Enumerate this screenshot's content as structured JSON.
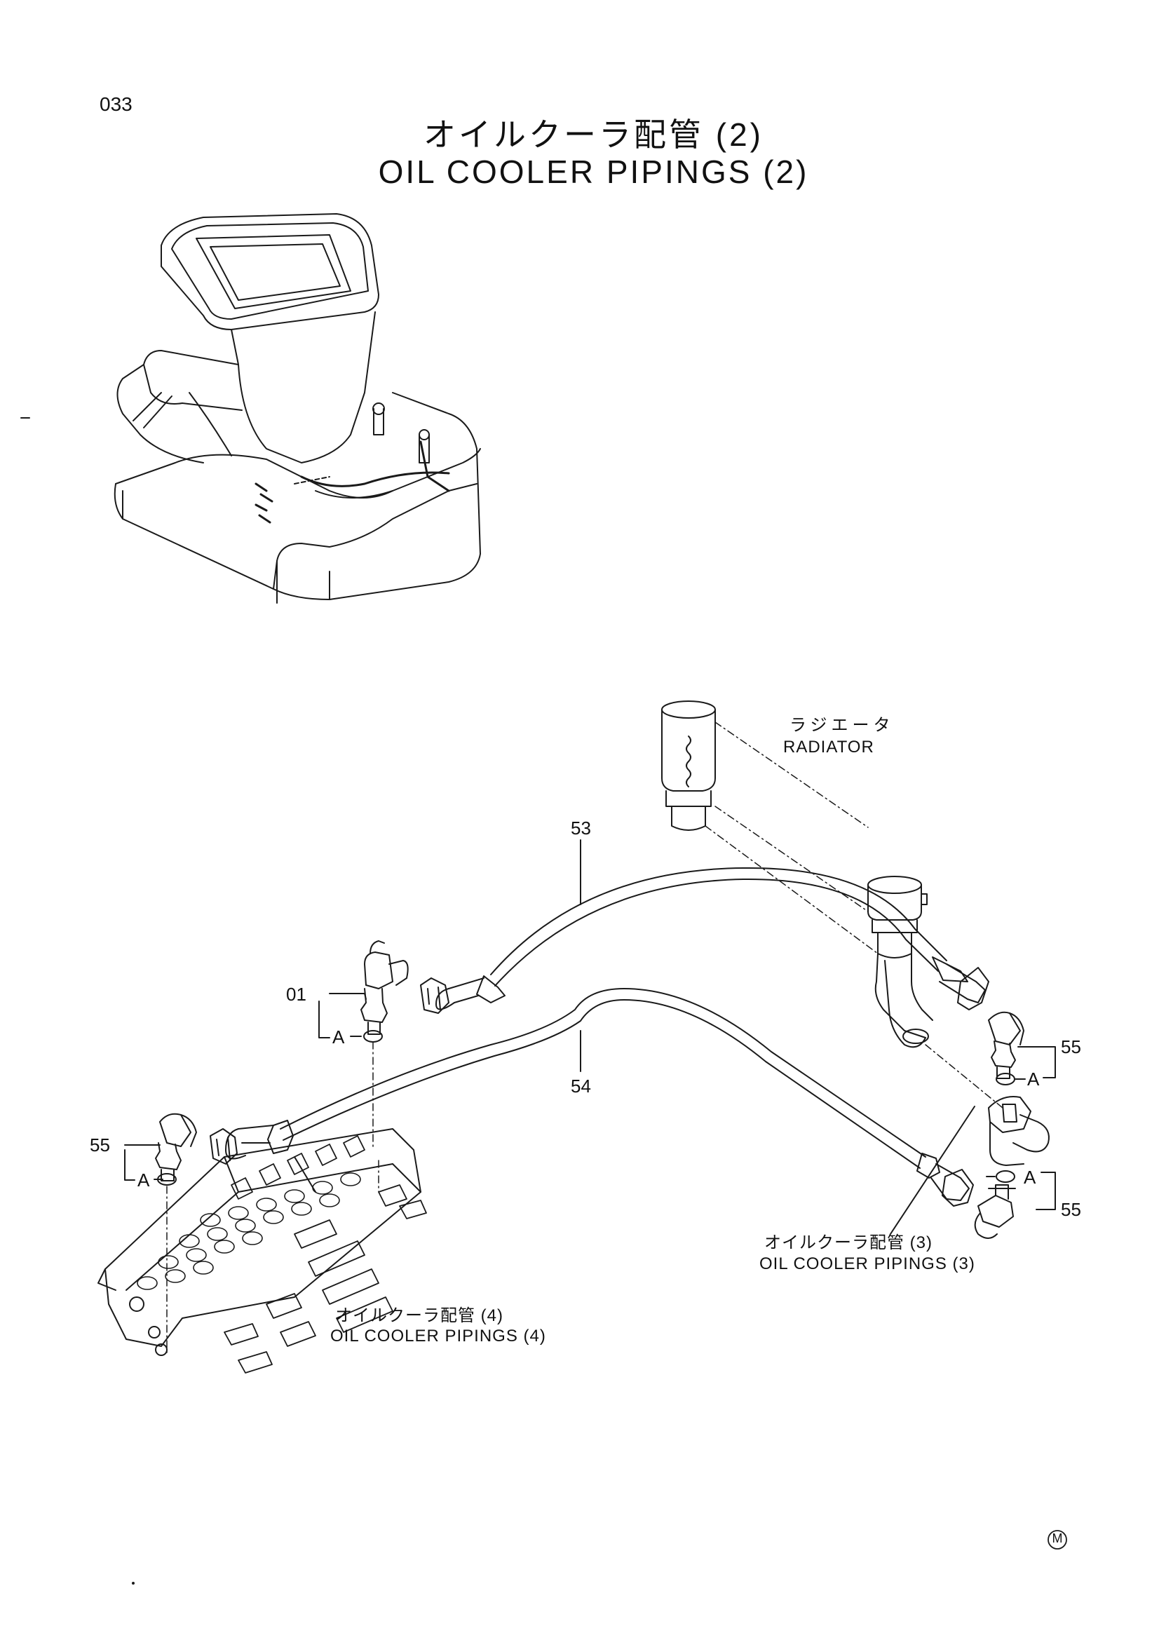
{
  "page": {
    "number": "033",
    "title_jp": "オイルクーラ配管 (2)",
    "title_en": "OIL COOLER PIPINGS (2)"
  },
  "labels": {
    "radiator_jp": "ラジエータ",
    "radiator_en": "RADIATOR",
    "pipings3_jp": "オイルクーラ配管 (3)",
    "pipings3_en": "OIL COOLER PIPINGS (3)",
    "pipings4_jp": "オイルクーラ配管 (4)",
    "pipings4_en": "OIL COOLER PIPINGS (4)"
  },
  "callouts": {
    "part_53": "53",
    "part_54": "54",
    "part_01": "01",
    "part_55_right_upper": "55",
    "part_55_right_lower": "55",
    "part_55_left": "55",
    "view_a_01": "A",
    "view_a_55_right_upper": "A",
    "view_a_55_right_lower": "A",
    "view_a_55_left": "A"
  },
  "footer": {
    "mark": "M"
  }
}
